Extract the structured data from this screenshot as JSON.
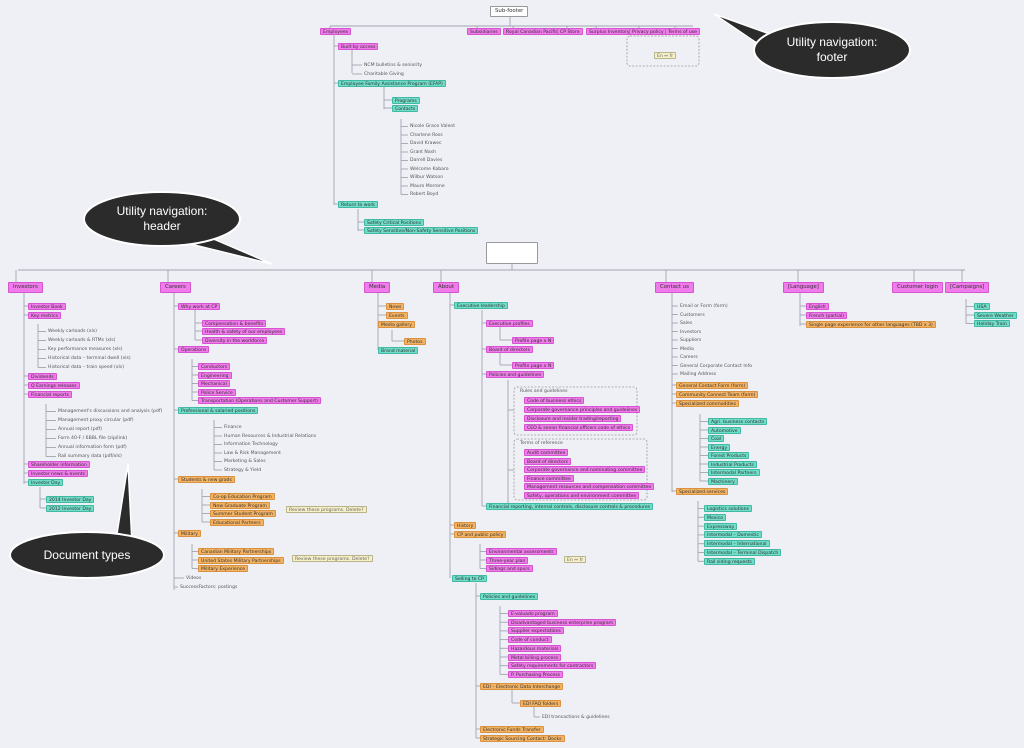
{
  "colors": {
    "navigation_page": "#f07bea",
    "section_page": "#6fddc8",
    "careers_page": "#f4b363",
    "note": "#f5f0c8",
    "callout": "#2b2b2b"
  },
  "callouts": {
    "footer": [
      "Utility navigation:",
      "footer"
    ],
    "header": [
      "Utility navigation:",
      "header"
    ],
    "doctypes": [
      "Document types"
    ]
  },
  "footer": {
    "root": "Sub-footer",
    "items": {
      "employees": "Employees",
      "subsidiaries": "Subsidiaries",
      "royal_canadian_pacific": "Royal Canadian Pacific",
      "cp_store": "CP Store",
      "surplus_inventory": "Surplus Inventory",
      "privacy_policy": "Privacy policy",
      "terms_of_use": "Terms of use",
      "note_en_fr": "En ↔ fr",
      "built_by_access": "Built by access",
      "ncm_bulletins": "NCM bulletins & seniority",
      "charitable_giving": "Charitable Giving",
      "efap": "Employee Family Assistance Program (EFAP)",
      "programs": "Programs",
      "contacts": "Contacts",
      "contact_people": [
        "Nicole Grace Valent",
        "Charlene Ross",
        "David Krawec",
        "Grant Nash",
        "Darrell Davies",
        "Welcome Kabaro",
        "Wilbur Watson",
        "Mauro Morrone",
        "Robert Boyd"
      ],
      "return_to_work": "Return to work",
      "safety_critical": "Safety Critical Positions",
      "safety_sensitive": "Safety Sensitive/Non-Safety Sensitive Positions"
    }
  },
  "header": {
    "top": {
      "investors": "Investors",
      "careers": "Careers",
      "media": "Media",
      "about": "About",
      "contact_us": "Contact us",
      "language": "[Language]",
      "customer_login": "Customer login",
      "campaigns": "[Campaigns]"
    },
    "investors": {
      "fact_book": "Investor Book",
      "key_metrics": "Key metrics",
      "metric_docs": [
        "Weekly carloads (xls)",
        "Weekly carloads & RTMs (xls)",
        "Key performance measures (xls)",
        "Historical data – terminal dwell (xls)",
        "Historical data – train speed (xls)"
      ],
      "dividends": "Dividends",
      "earnings_releases": "Q Earnings releases",
      "financial_reports": "Financial reports",
      "report_docs": [
        "Management's discussions and analysis (pdf)",
        "Management proxy circular (pdf)",
        "Annual report (pdf)",
        "Form 40-F / 6BBL file (zip/link)",
        "Annual information form (pdf)",
        "Rail summary data (pdf/xls)"
      ],
      "shareholder_info": "Shareholder information",
      "investor_news": "Investor news & events",
      "investor_day": "Investor Day",
      "investor_day_2014": "2014 Investor Day",
      "investor_day_2012": "2012 Investor Day"
    },
    "careers": {
      "why_work": "Why work at CP",
      "compensation": "Compensation & benefits",
      "health_safety": "Health & safety of our employees",
      "diversity": "Diversity in the workforce",
      "operations": "Operations",
      "op_items": [
        "Conductors",
        "Engineering",
        "Mechanical",
        "Police Service",
        "Transportation (Operations and Customer Support)"
      ],
      "professional": "Professional & salaried positions",
      "prof_items": [
        "Finance",
        "Human Resources & Industrial Relations",
        "Information Technology",
        "Law & Risk Management",
        "Marketing & Sales",
        "Strategy & Yield"
      ],
      "students": "Students & new grads",
      "student_items": [
        "Co-op Education Program",
        "New Graduate Program",
        "Summer Student Program",
        "Educational Partners"
      ],
      "note_students": "Review these programs. Delete?",
      "military": "Military",
      "military_items": [
        "Canadian Military Partnerships",
        "United States Military Partnerships",
        "Military Experience"
      ],
      "note_military": "Review these programs. Delete?",
      "videos": "Videos",
      "success_factors": "SuccessFactors: postings"
    },
    "media": {
      "news": "News",
      "events": "Events",
      "media_gallery": "Media gallery",
      "photos": "Photos",
      "brand_material": "Brand material"
    },
    "about": {
      "exec_leadership": "Executive leadership",
      "exec_profiles": "Executive profiles",
      "profile_1": "Profile page x N",
      "board": "Board of directors",
      "profile_2": "Profile page x N",
      "policies": "Policies and guidelines",
      "group_a_label": "Rules and guidelines",
      "group_a": [
        "Code of business ethics",
        "Corporate governance principles and guidelines",
        "Disclosure and insider trading/reporting",
        "CEO & senior financial officers code of ethics"
      ],
      "group_b_label": "Terms of reference",
      "group_b": [
        "Audit committee",
        "Board of directors",
        "Corporate governance and nominating committee",
        "Finance committee",
        "Management resources and compensation committee",
        "Safety, operations and environment committee"
      ],
      "financial_reporting": "Financial reporting, internal controls, disclosure controls & procedures",
      "history": "History",
      "public_policy": "CP and public policy",
      "public_items": [
        "Environmental assessments",
        "Three-year plan",
        "Sidings and spurs"
      ],
      "note_en_fr": "En ↔ fr",
      "selling_to_cp": "Selling to CP",
      "sell_policies": "Policies and guidelines",
      "sell_items": [
        "E-valuado program",
        "Disadvantaged business enterprise program",
        "Supplier expectations",
        "Code of conduct",
        "Hazardous materials",
        "Metal billing process",
        "Safety requirements for contractors",
        "P. Purchasing Process"
      ],
      "edi": "EDI – Electronic Data Interchange",
      "edi_folders": "EDI FAQ folders",
      "edi_transactions": "EDI transactions & guidelines",
      "electronic_funds": "Electronic Funds Transfer",
      "strategic_sourcing": "Strategic Sourcing Contact: Docks"
    },
    "contact_us": {
      "items": [
        "Email or Form (form)",
        "Customers",
        "Sales",
        "Investors",
        "Suppliers",
        "Media",
        "Careers",
        "General Corporate Contact Info",
        "Mailing Address"
      ],
      "general_contact_form": "General Contact Form (form)",
      "community_connect": "Community Connect Team (form)",
      "specialized_commodities": "Specialized commodities",
      "commodity_items": [
        "Agri. business contacts",
        "Automotive",
        "Coal",
        "Energy",
        "Forest Products",
        "Industrial Products",
        "Intermodal Partners",
        "Machinery"
      ],
      "specialized_services": "Specialized services",
      "service_items": [
        "Logistics solutions",
        "Mexico",
        "Expressway",
        "Intermodal – Domestic",
        "Intermodal – International",
        "Intermodal – Terminal Dispatch",
        "Rail siding requests"
      ]
    },
    "language": {
      "english": "English",
      "french": "French (partial)",
      "single_page": "Single page experience for other languages (TBD x 3)"
    },
    "campaigns": {
      "items": [
        "USA",
        "Severe Weather",
        "Holiday Train"
      ]
    }
  }
}
